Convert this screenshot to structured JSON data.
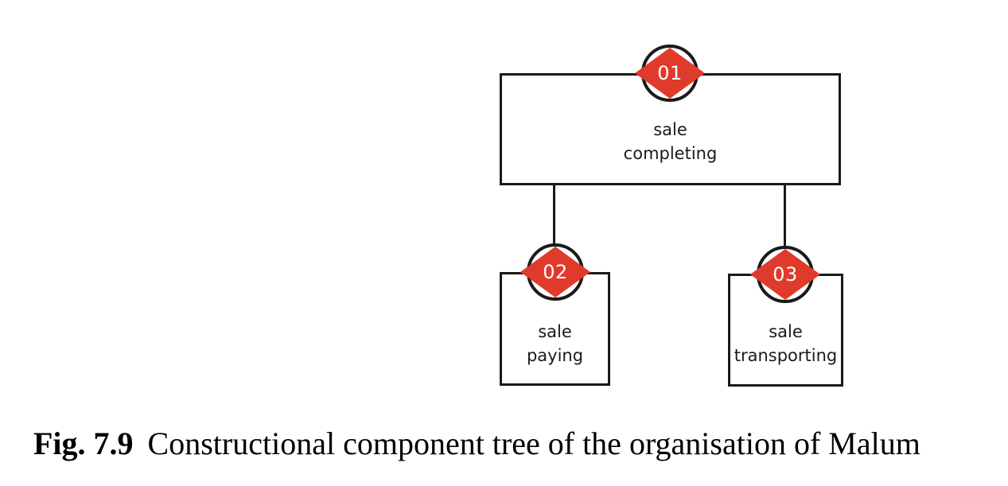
{
  "figure": {
    "caption": {
      "label": "Fig. 7.9",
      "text": "Constructional component tree of the organisation of Malum"
    },
    "colors": {
      "diamond_red": "#e03a2c",
      "ink": "#1a1a1a",
      "badge_text": "#ffffff",
      "background": "#ffffff"
    },
    "diagram": {
      "type": "constructional-component-tree",
      "nodes": [
        {
          "code": "01",
          "label": "sale completing",
          "lines": [
            "sale",
            "completing"
          ],
          "children": [
            "02",
            "03"
          ]
        },
        {
          "code": "02",
          "label": "sale paying",
          "lines": [
            "sale",
            "paying"
          ],
          "children": []
        },
        {
          "code": "03",
          "label": "sale transporting",
          "lines": [
            "sale",
            "transporting"
          ],
          "children": []
        }
      ]
    }
  }
}
